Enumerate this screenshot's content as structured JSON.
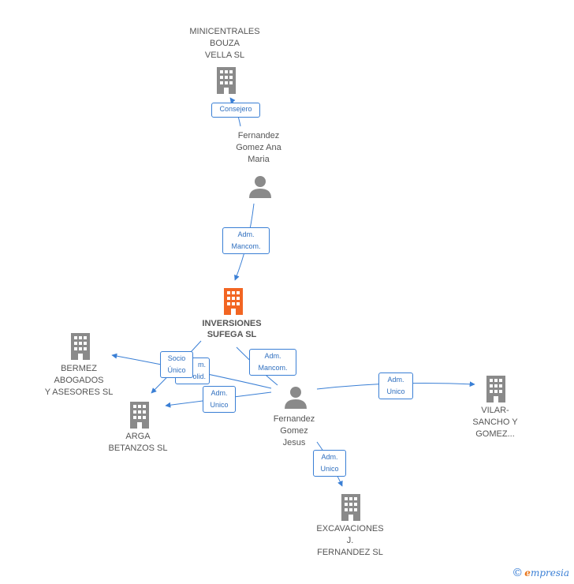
{
  "colors": {
    "edge": "#3a7fd5",
    "building": "#8a8a8a",
    "focus_building": "#f26522",
    "person": "#8a8a8a"
  },
  "nodes": {
    "minicentrales": {
      "label_lines": [
        "MINICENTRALES",
        "BOUZA",
        "VELLA SL"
      ],
      "icon": "building-icon"
    },
    "fernandez_ana": {
      "label_lines": [
        "Fernandez",
        "Gomez Ana",
        "Maria"
      ],
      "icon": "person-icon"
    },
    "inversiones": {
      "label_lines": [
        "INVERSIONES",
        "SUFEGA SL"
      ],
      "icon": "building-icon"
    },
    "bermez": {
      "label_lines": [
        "BERMEZ",
        "ABOGADOS",
        "Y ASESORES SL"
      ],
      "icon": "building-icon"
    },
    "arga": {
      "label_lines": [
        "ARGA",
        "BETANZOS SL"
      ],
      "icon": "building-icon"
    },
    "fernandez_jesus": {
      "label_lines": [
        "Fernandez",
        "Gomez",
        "Jesus"
      ],
      "icon": "person-icon"
    },
    "vilar": {
      "label_lines": [
        "VILAR-",
        "SANCHO Y",
        "GOMEZ..."
      ],
      "icon": "building-icon"
    },
    "excavaciones": {
      "label_lines": [
        "EXCAVACIONES",
        "J.",
        "FERNANDEZ SL"
      ],
      "icon": "building-icon"
    }
  },
  "edges": {
    "consejero": {
      "lines": [
        "Consejero"
      ]
    },
    "adm_mancom_ana": {
      "lines": [
        "Adm.",
        "Mancom."
      ]
    },
    "adm_mancom_jesus": {
      "lines": [
        "Adm.",
        "Mancom."
      ]
    },
    "adm_solid_partial": {
      "lines": [
        "m.",
        "olid."
      ]
    },
    "socio_unico": {
      "lines": [
        "Socio",
        "Único"
      ]
    },
    "adm_unico_arga": {
      "lines": [
        "Adm.",
        "Unico"
      ]
    },
    "adm_unico_vilar": {
      "lines": [
        "Adm.",
        "Unico"
      ]
    },
    "adm_unico_excav": {
      "lines": [
        "Adm.",
        "Unico"
      ]
    }
  },
  "brand": {
    "copyright": "©",
    "first_letter": "e",
    "rest": "mpresia"
  }
}
